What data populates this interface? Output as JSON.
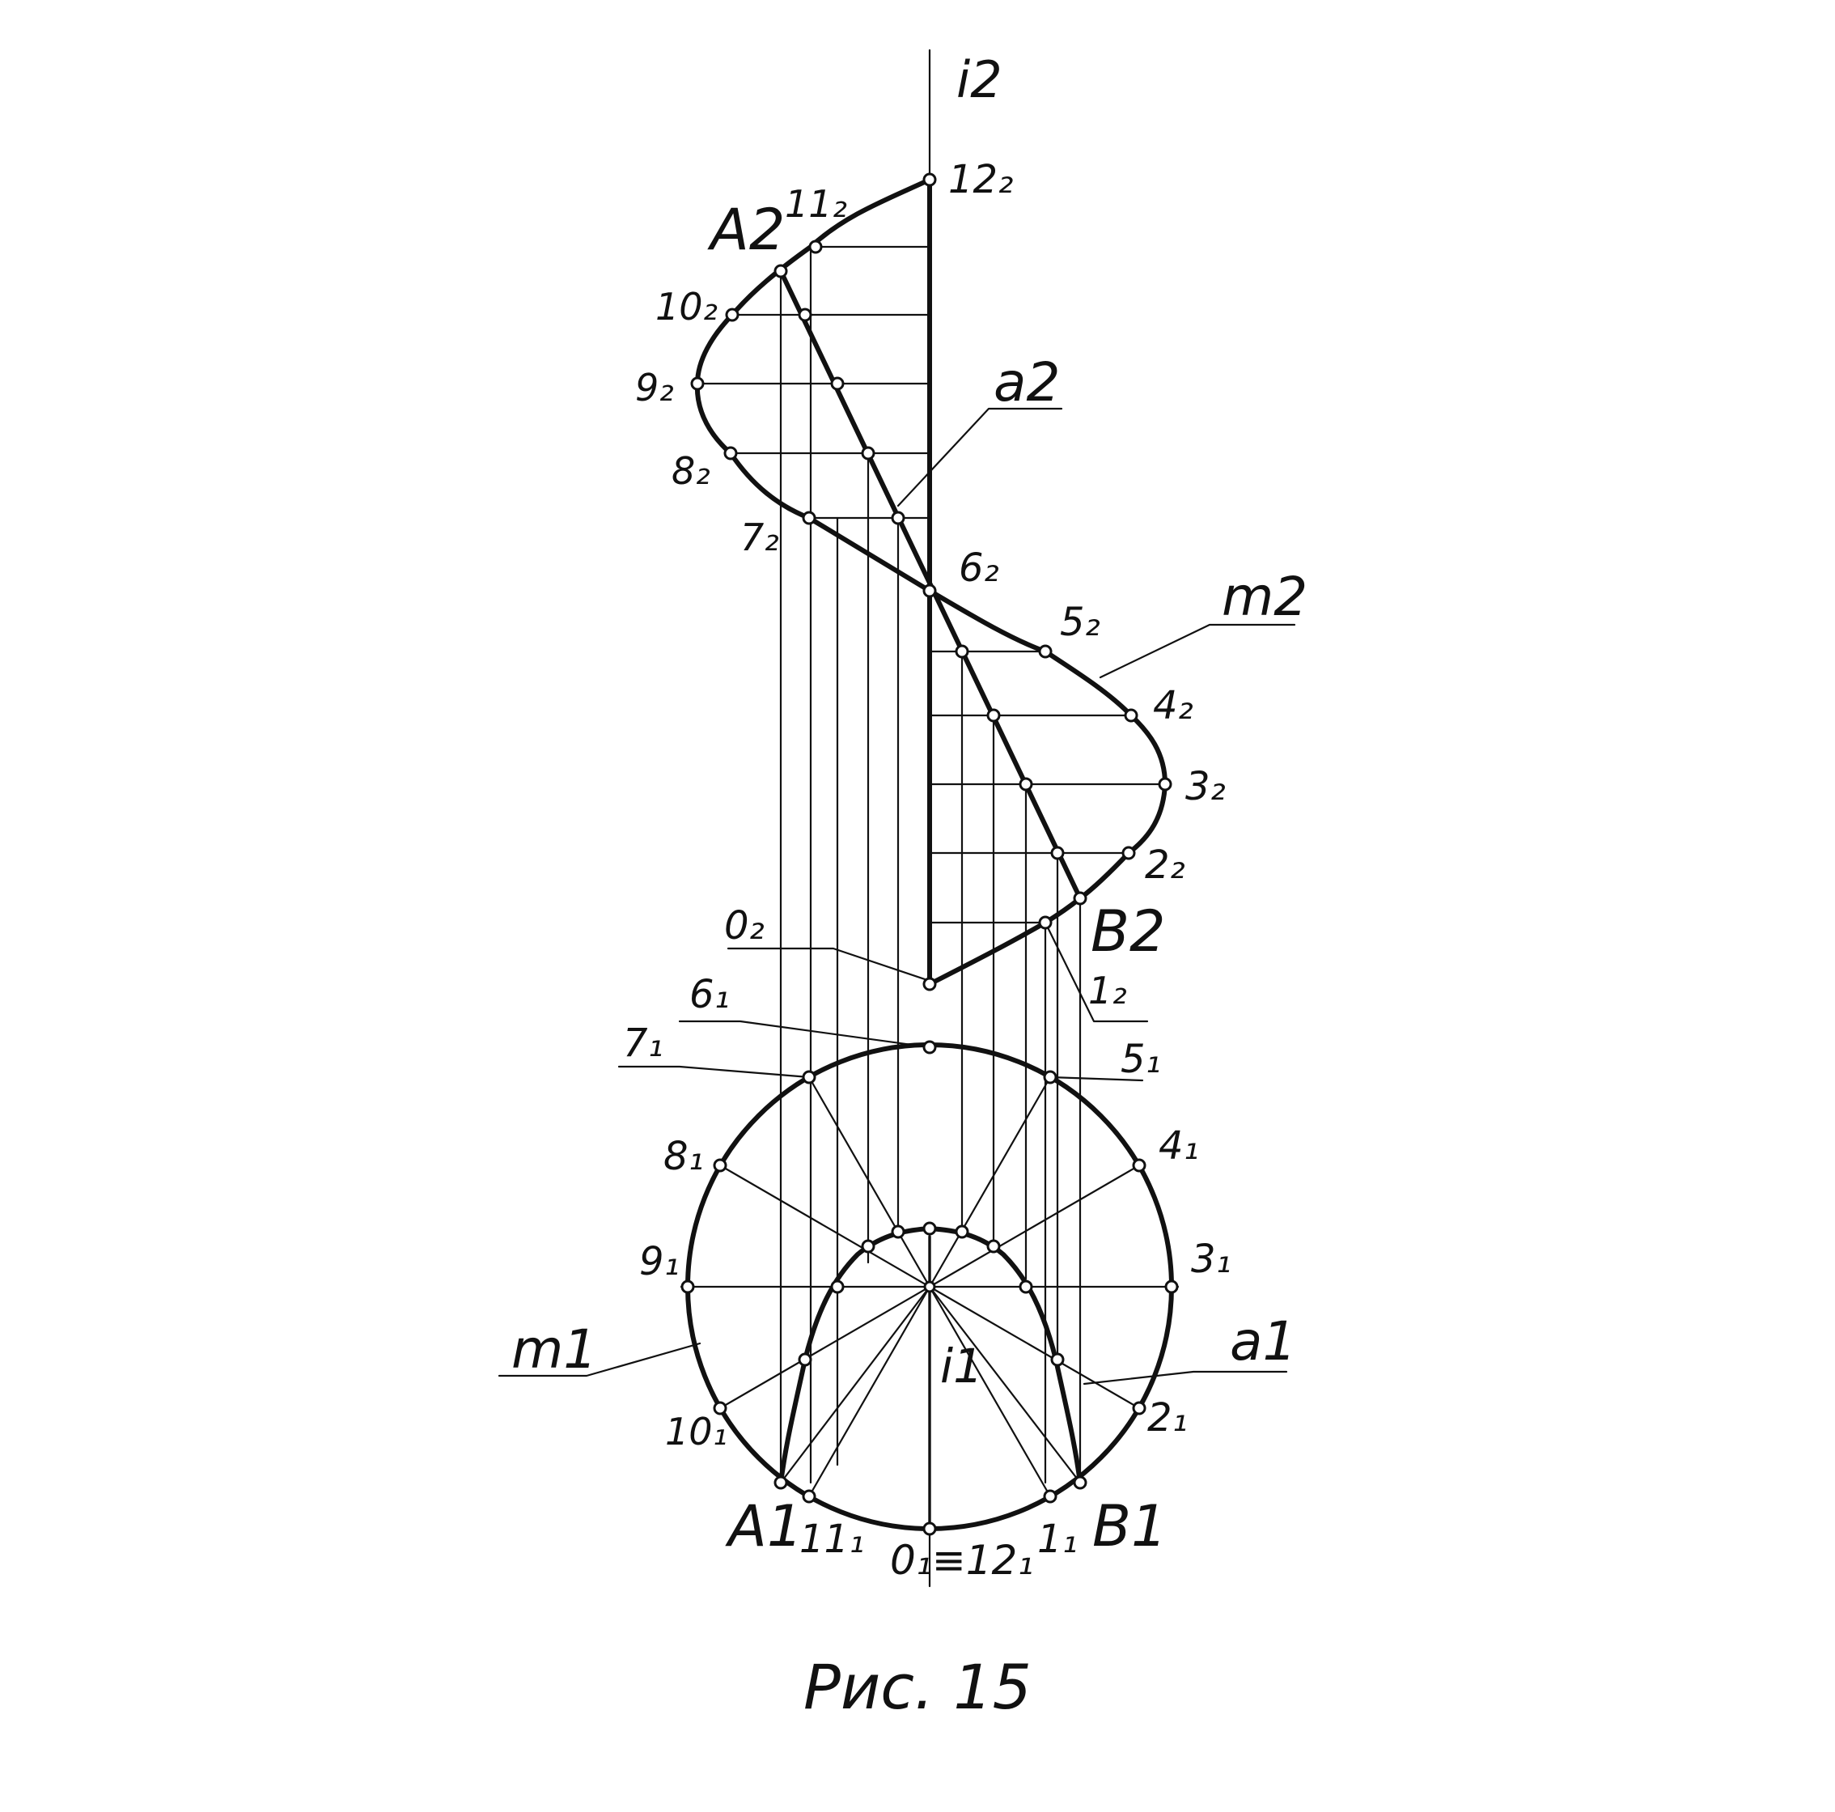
{
  "caption": "Рис. 15",
  "labels": {
    "axis_front": "i2",
    "axis_top": "i1",
    "front": [
      "12₂",
      "11₂",
      "10₂",
      "9₂",
      "8₂",
      "7₂",
      "6₂",
      "5₂",
      "4₂",
      "3₂",
      "2₂",
      "1₂",
      "0₂"
    ],
    "A2": "A2",
    "B2": "B2",
    "a2": "a2",
    "m2": "m2",
    "top": [
      "0₁≡12₁",
      "1₁",
      "2₁",
      "3₁",
      "4₁",
      "5₁",
      "6₁",
      "7₁",
      "8₁",
      "9₁",
      "10₁",
      "11₁"
    ],
    "A1": "A1",
    "B1": "B1",
    "a1": "a1",
    "m1": "m1"
  }
}
